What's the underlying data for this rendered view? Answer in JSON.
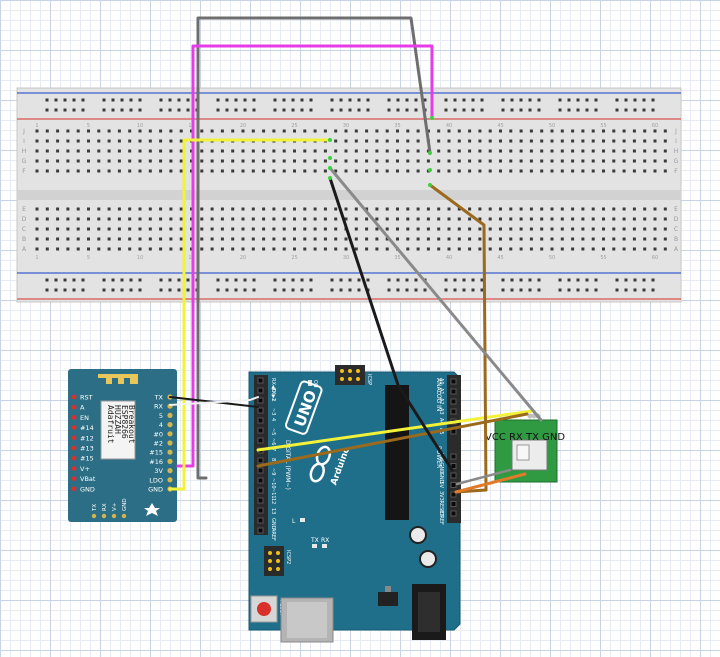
{
  "breadboard": {
    "row_letters_bottom": [
      "A",
      "B",
      "C",
      "D",
      "E"
    ],
    "row_letters_top": [
      "F",
      "G",
      "H",
      "I",
      "J"
    ],
    "column_numbers": [
      "1",
      "5",
      "10",
      "15",
      "20",
      "25",
      "30",
      "35",
      "40",
      "45",
      "50",
      "55",
      "60"
    ]
  },
  "esp_module": {
    "title_lines": [
      "Adafruit",
      "HUZZAH",
      "ESP8266",
      "Breakout"
    ],
    "right_pins": [
      "TX",
      "RX",
      "5",
      "4",
      "#0",
      "#2",
      "#15",
      "#16",
      "3V",
      "LDO",
      "GND"
    ],
    "left_pins": [
      "RST",
      "A",
      "EN",
      "#14",
      "#12",
      "#13",
      "#15",
      "V+",
      "VBat",
      "GND"
    ],
    "bottom_pins": [
      "TX",
      "RX",
      "V+",
      "GND"
    ]
  },
  "arduino": {
    "logo": "UNO",
    "brand": "Arduino",
    "digital_header_label": "DIGITAL (PWM~)",
    "digital_pins": [
      "RX◀0",
      "TX▶1",
      "2",
      "~3",
      "4",
      "~5",
      "~6",
      "7",
      "8",
      "~9",
      "~10",
      "~11",
      "12",
      "13",
      "GND",
      "AREF"
    ],
    "power_header_label": "POWER",
    "power_pins": [
      "IOREF",
      "RESET",
      "3V3",
      "5V",
      "GND",
      "GND",
      "VIN"
    ],
    "analog_header_label": "ANALOG IN",
    "analog_pins": [
      "A0",
      "A1",
      "A2",
      "A3",
      "A4",
      "A5"
    ],
    "icsp_label": "ICSP",
    "icsp2_label": "ICSP2",
    "on_label": "ON",
    "l_label": "L",
    "tx_label": "TX",
    "rx_label": "RX",
    "reset_label": "RESET"
  },
  "bt_module": {
    "pin_labels": "VCC RX TX GND"
  },
  "colors": {
    "wire_gray": "#8a8a8a",
    "wire_magenta": "#e83be8",
    "wire_yellow": "#f2f23a",
    "wire_brown": "#9b6a1c",
    "wire_black": "#1a1a1a",
    "wire_orange": "#e07b2a",
    "arduino_board": "#1f6f8b",
    "esp_board": "#2c6e85",
    "bt_board": "#2f9a42"
  }
}
